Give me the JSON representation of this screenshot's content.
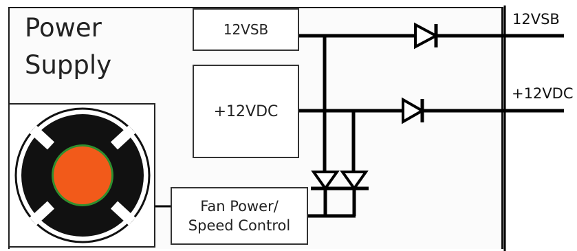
{
  "diagram": {
    "title_line1": "Power",
    "title_line2": "Supply",
    "blocks": {
      "standby": "12VSB",
      "main": "+12VDC",
      "fan_line1": "Fan Power/",
      "fan_line2": "Speed Control"
    },
    "outputs": {
      "standby": "12VSB",
      "main": "+12VDC"
    },
    "colors": {
      "wire": "#000000",
      "fan_blade": "#111111",
      "fan_hub": "#f25a1a",
      "fan_hub_ring": "#2f8f2f"
    }
  }
}
